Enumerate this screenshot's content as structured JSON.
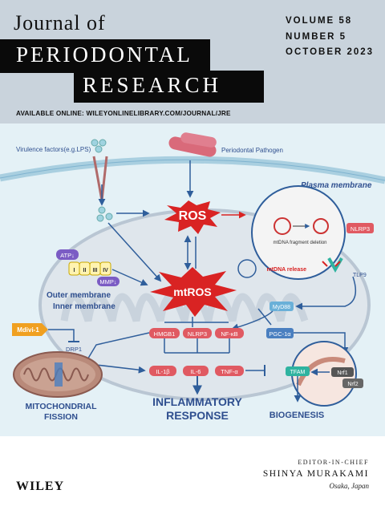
{
  "header": {
    "journal_prefix": "Journal of",
    "title_line1": "PERIODONTAL",
    "title_line2": "RESEARCH",
    "volume": "VOLUME 58",
    "number": "NUMBER 5",
    "date": "OCTOBER 2023",
    "available_online": "AVAILABLE ONLINE: WILEYONLINELIBRARY.COM/JOURNAL/JRE"
  },
  "figure": {
    "virulence": "Virulence factors(e.g.LPS)",
    "pathogen": "Periodontal Pathogen",
    "plasma_membrane": "Plasma membrane",
    "ros": "ROS",
    "mtros": "mtROS",
    "atp": "ATP↓",
    "complexes": [
      "I",
      "II",
      "III",
      "IV"
    ],
    "mmp": "MMP↓",
    "outer_membrane": "Outer membrane",
    "inner_membrane": "Inner membrane",
    "mtdna_deletion": "mtDNA fragment deletion",
    "mtdna_release": "mtDNA release",
    "nlrp3_top": "NLRP3",
    "tlp9": "TLP9",
    "myd88": "MyD88",
    "mdivi": "Mdivi-1",
    "drp1": "DRP1",
    "row1": [
      "HMGB1",
      "NLRP3",
      "NF-κB"
    ],
    "pgc": "PGC-1α",
    "row2": [
      "IL-1β",
      "IL-6",
      "TNF-α"
    ],
    "tfam": "TFAM",
    "nrf1": "Nrf1",
    "nrf2": "Nrf2",
    "mito_fission_1": "MITOCHONDRIAL",
    "mito_fission_2": "FISSION",
    "inflammatory_1": "INFLAMMATORY",
    "inflammatory_2": "RESPONSE",
    "biogenesis": "BIOGENESIS"
  },
  "footer": {
    "publisher": "WILEY",
    "editor_label": "EDITOR-IN-CHIEF",
    "editor_name": "SHINYA MURAKAMI",
    "editor_location": "Osaka, Japan"
  },
  "colors": {
    "top_background": "#c9d3dc",
    "figure_background": "#e4f1f6",
    "title_bar": "#0a0a0a",
    "ros_red": "#d92323",
    "pill_red": "#e05a62",
    "arrow_blue": "#2f5e9b",
    "mdivi_orange": "#f0a020",
    "teal": "#2fb3a0"
  }
}
